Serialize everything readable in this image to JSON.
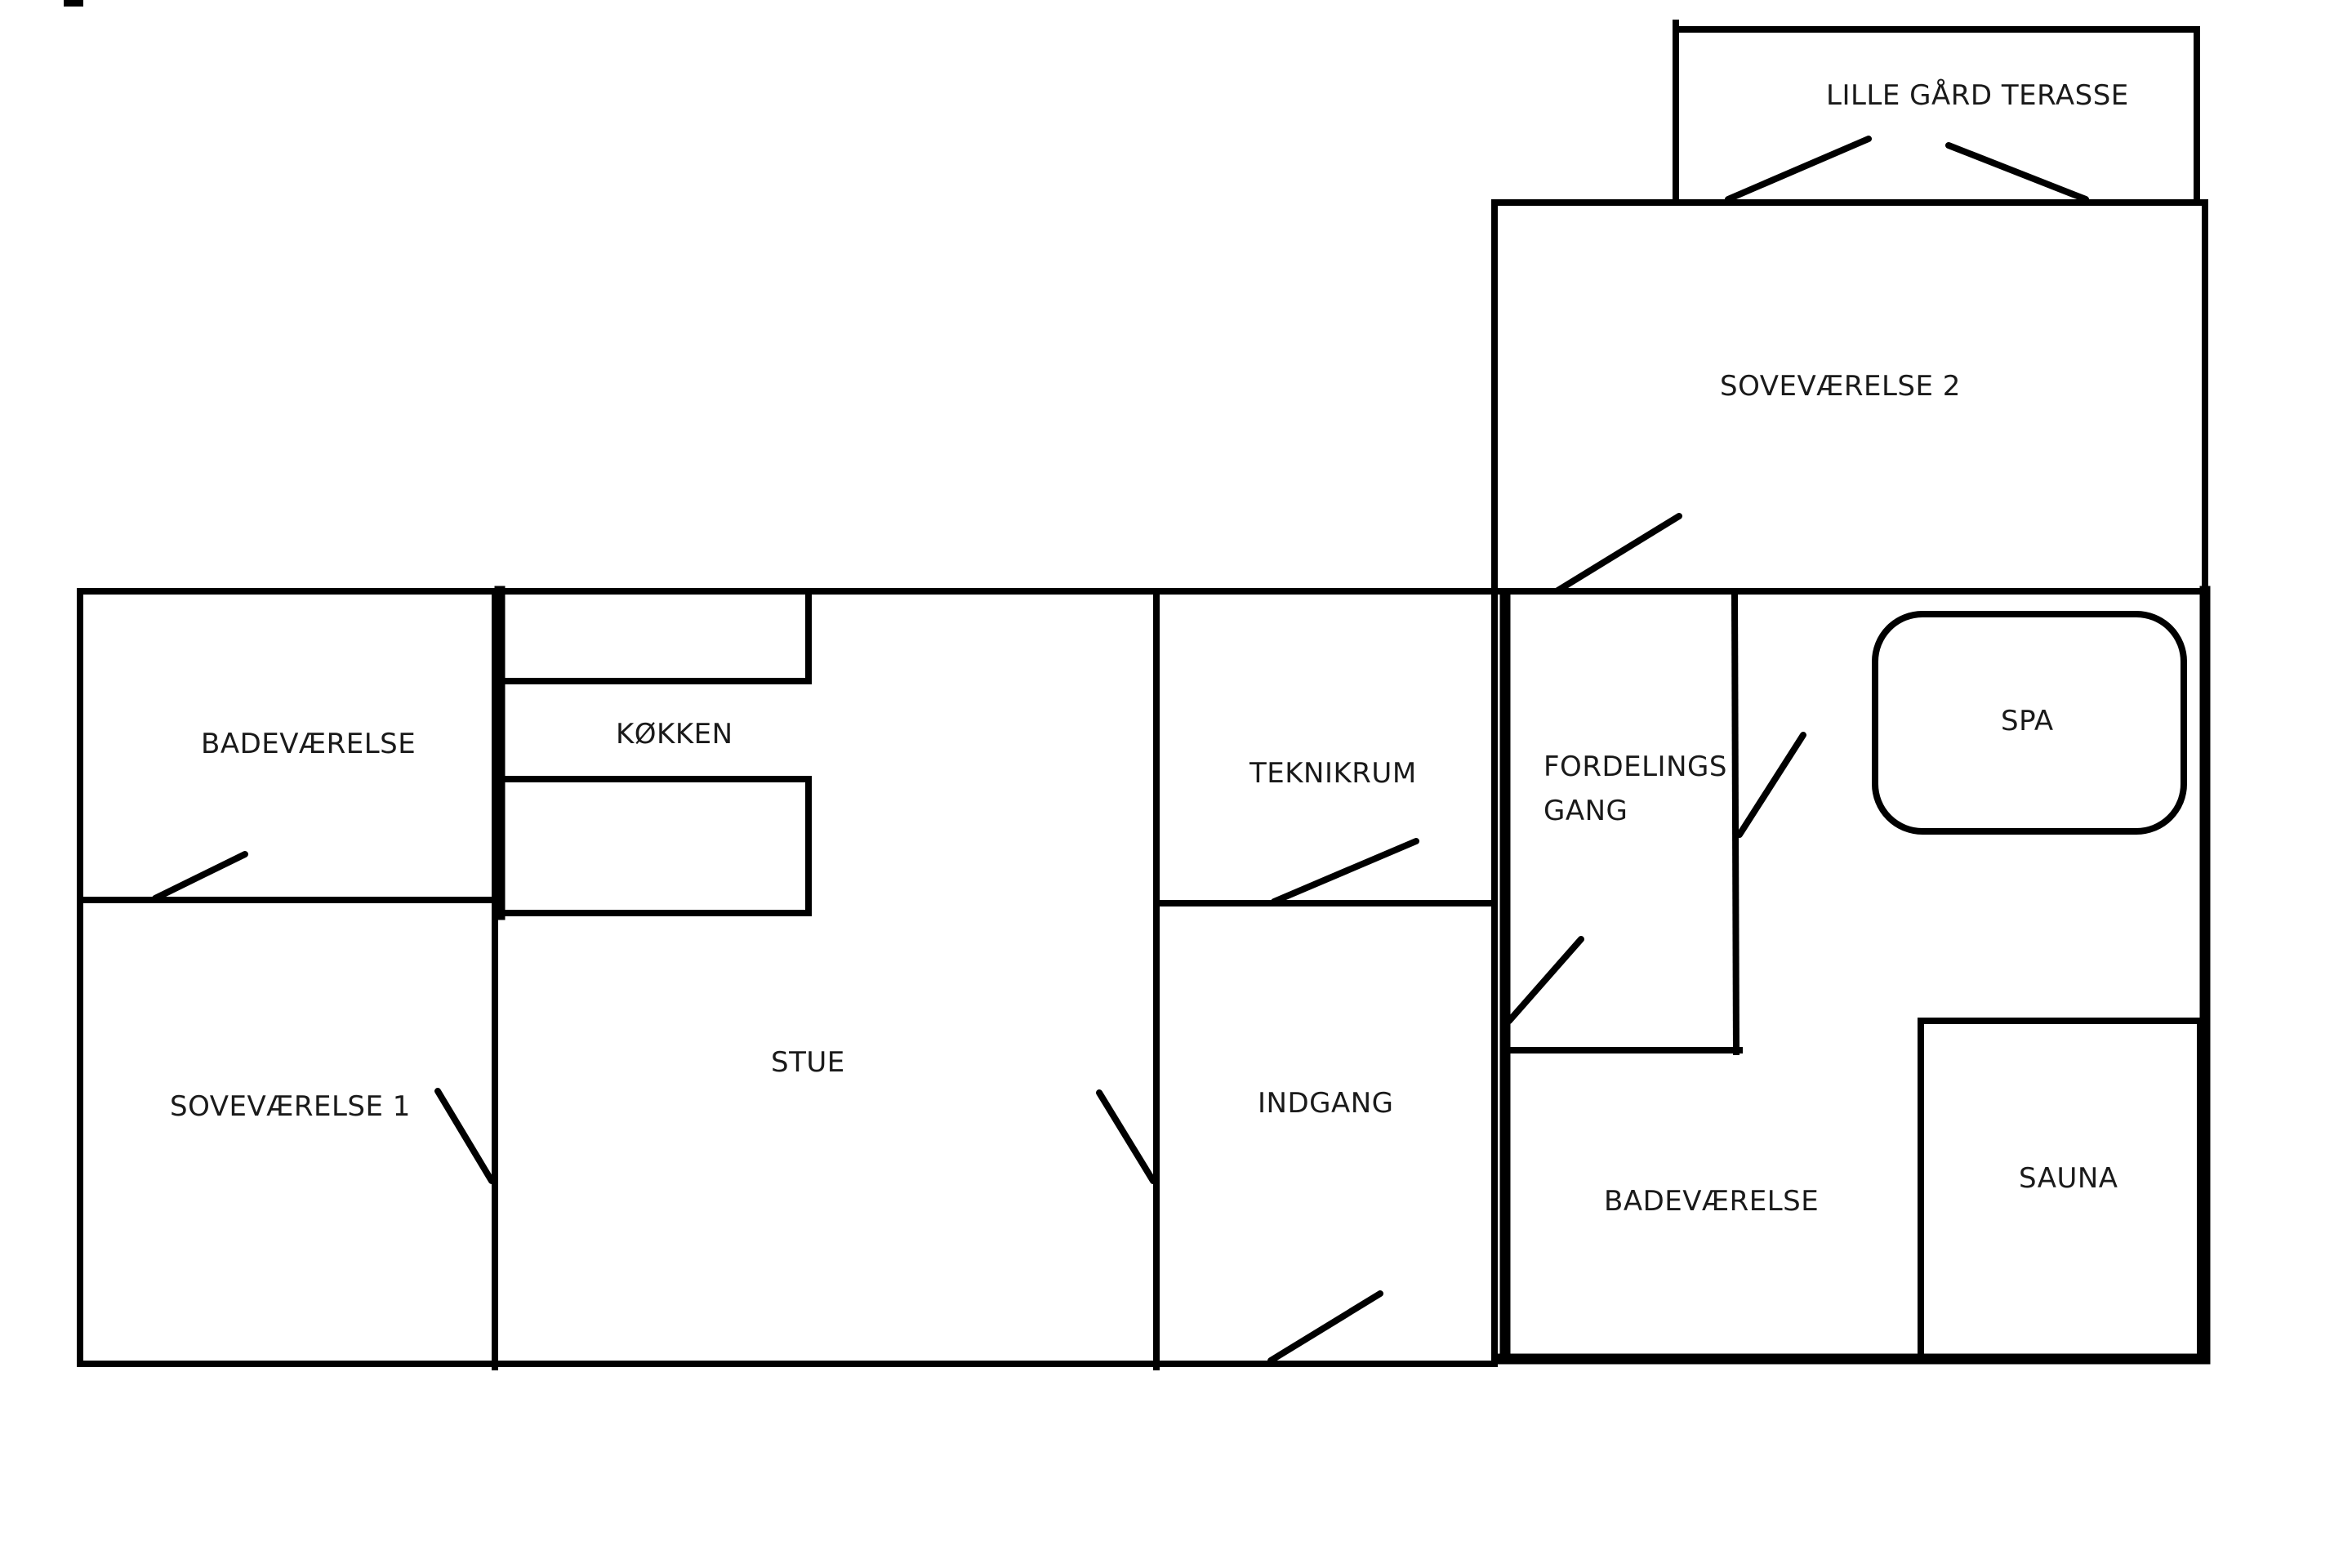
{
  "colors": {
    "wall": "#000000",
    "background": "#ffffff",
    "text": "#1a1a1a"
  },
  "rooms": {
    "lille_gaard_terasse": "LILLE GÅRD TERASSE",
    "sovevaerelse_2": "SOVEVÆRELSE 2",
    "badevaerelse_vest": "BADEVÆRELSE",
    "koekken": "KØKKEN",
    "teknikrum": "TEKNIKRUM",
    "fordelingsgang_line1": "FORDELINGS",
    "fordelingsgang_line2": "GANG",
    "spa": "SPA",
    "sovevaerelse_1": "SOVEVÆRELSE 1",
    "stue": "STUE",
    "indgang": "INDGANG",
    "badevaerelse_oest": "BADEVÆRELSE",
    "sauna": "SAUNA"
  }
}
